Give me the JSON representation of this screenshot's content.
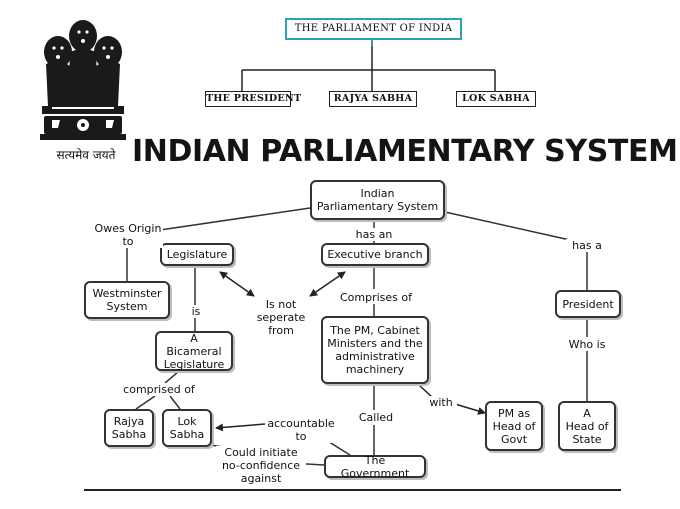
{
  "emblem": {
    "motto": "सत्यमेव जयते"
  },
  "org_chart": {
    "title": "THE PARLIAMENT OF INDIA",
    "branches": [
      "THE PRESIDENT",
      "RAJYA SABHA",
      "LOK SABHA"
    ]
  },
  "page_title": "INDIAN PARLIAMENTARY SYSTEM",
  "concept_map": {
    "nodes": {
      "root": "Indian\nParliamentary System",
      "legislature": "Legislature",
      "executive": "Executive branch",
      "president": "President",
      "westminster": "Westminster\nSystem",
      "bicameral": "A Bicameral\nLegislature",
      "pm_cabinet": "The PM, Cabinet\nMinisters and the\nadministrative\nmachinery",
      "rajya": "Rajya\nSabha",
      "lok": "Lok\nSabha",
      "pm_head": "PM as\nHead of\nGovt",
      "head_state": "A\nHead of\nState",
      "government": "The Government"
    },
    "links": {
      "owes_origin": "Owes Origin\nto",
      "has_an": "has an",
      "has_a": "has a",
      "is": "is",
      "not_separate": "Is not\nseperate\nfrom",
      "comprises_of": "Comprises of",
      "who_is": "Who is",
      "comprised_of": "comprised of",
      "with": "with",
      "accountable": "accountable\nto",
      "called": "Called",
      "no_confidence": "Could initiate\nno-confidence\nagainst"
    }
  }
}
